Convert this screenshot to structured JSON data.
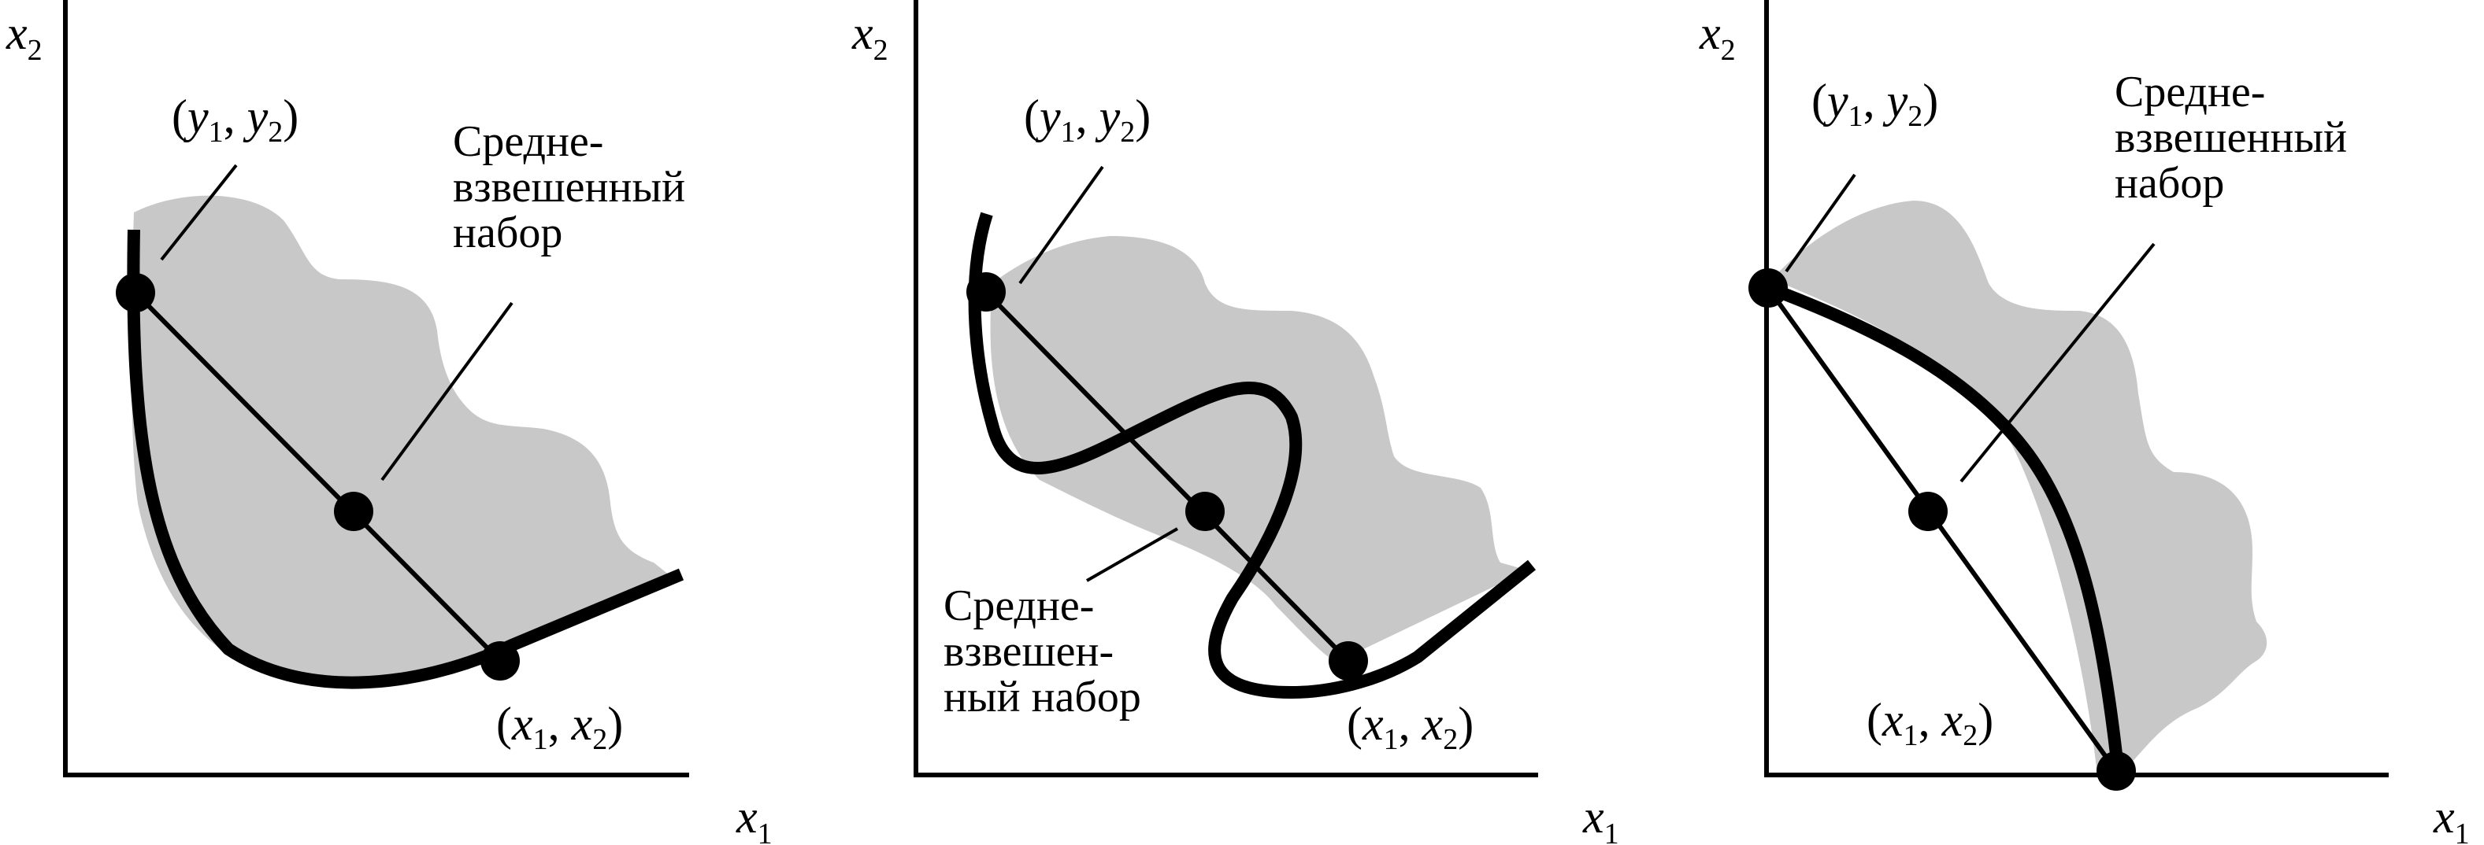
{
  "panels": [
    {
      "x_axis_var": "x",
      "x_axis_sub": "1",
      "y_axis_var": "x",
      "y_axis_sub": "2",
      "point_y": {
        "v1": "y",
        "s1": "1",
        "v2": "y",
        "s2": "2"
      },
      "point_x": {
        "v1": "x",
        "s1": "1",
        "v2": "x",
        "s2": "2"
      },
      "caption_lines": [
        "Средне-",
        "взвешенный",
        "набор"
      ]
    },
    {
      "x_axis_var": "x",
      "x_axis_sub": "1",
      "y_axis_var": "x",
      "y_axis_sub": "2",
      "point_y": {
        "v1": "y",
        "s1": "1",
        "v2": "y",
        "s2": "2"
      },
      "point_x": {
        "v1": "x",
        "s1": "1",
        "v2": "x",
        "s2": "2"
      },
      "caption_lines": [
        "Средне-",
        "взвешен-",
        "ный набор"
      ]
    },
    {
      "x_axis_var": "x",
      "x_axis_sub": "1",
      "y_axis_var": "x",
      "y_axis_sub": "2",
      "point_y": {
        "v1": "y",
        "s1": "1",
        "v2": "y",
        "s2": "2"
      },
      "point_x": {
        "v1": "x",
        "s1": "1",
        "v2": "x",
        "s2": "2"
      },
      "caption_lines": [
        "Средне-",
        "взвешенный",
        "набор"
      ]
    }
  ],
  "colors": {
    "region": "#c8c8c8",
    "ink": "#000000",
    "background": "#ffffff"
  }
}
